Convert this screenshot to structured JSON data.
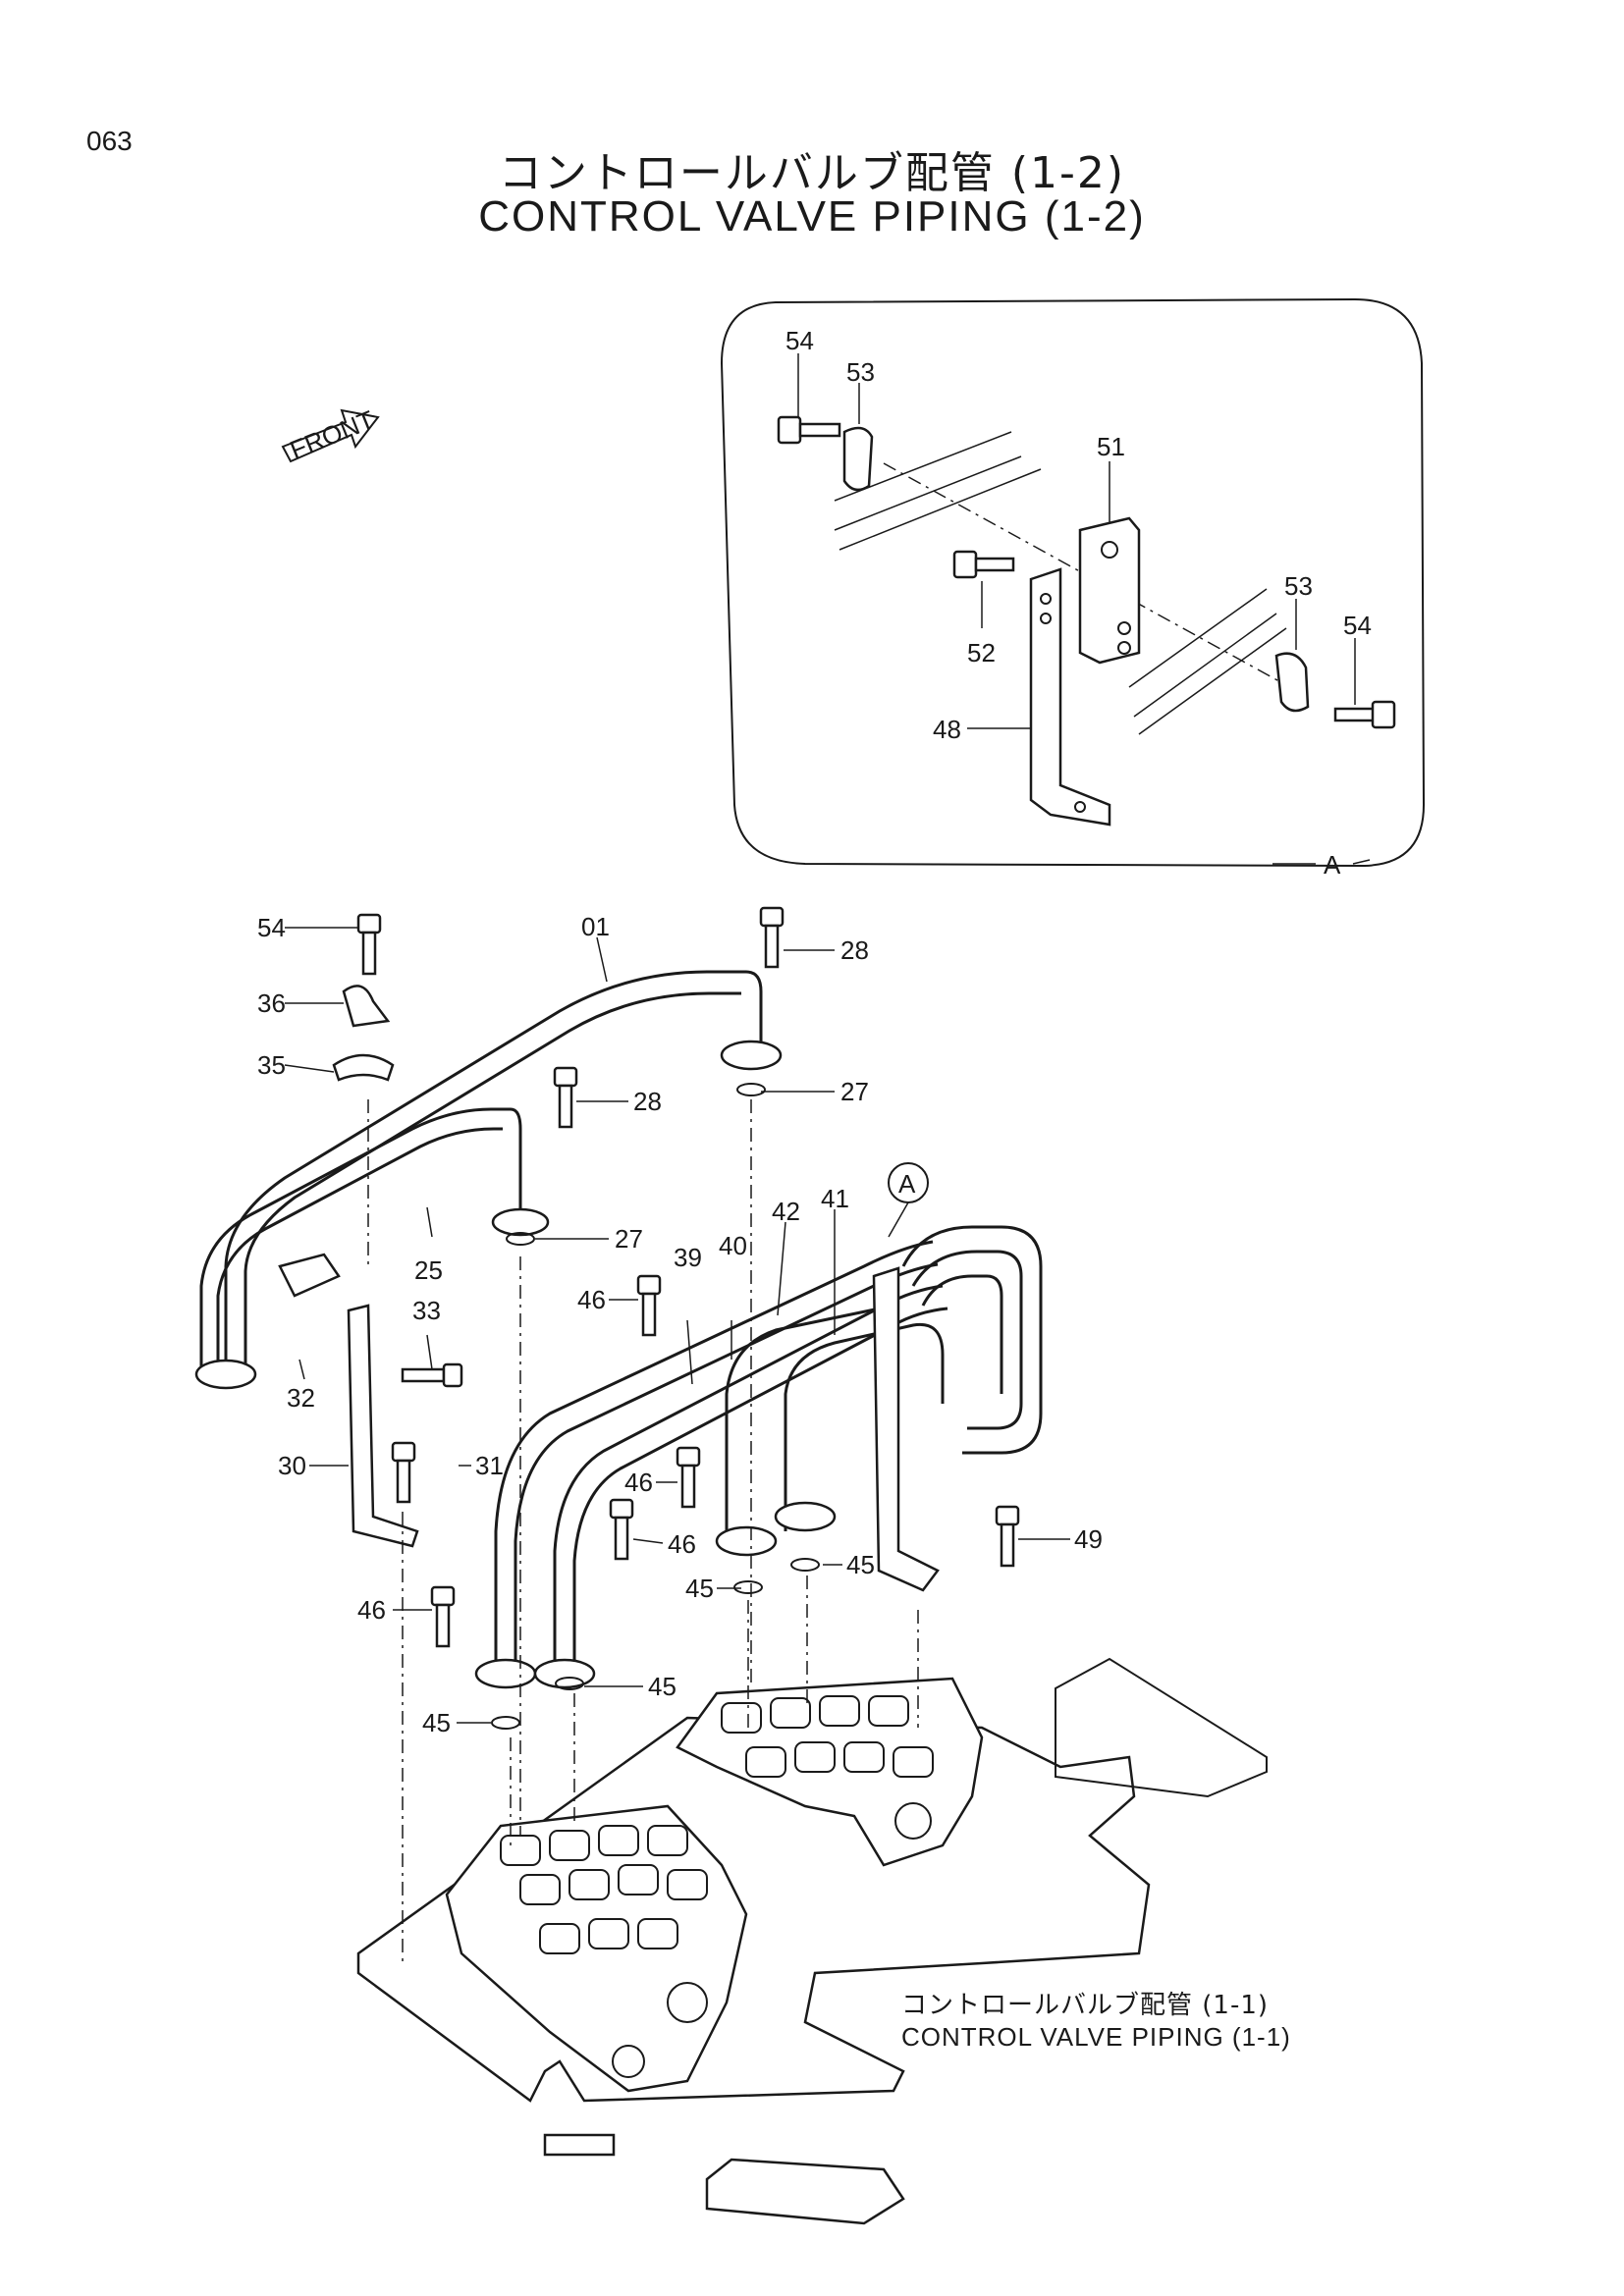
{
  "page_number": "063",
  "title_jp": "コントロールバルブ配管 (1-2)",
  "title_en": "CONTROL VALVE PIPING (1-2)",
  "front_label": "FRONT",
  "detail_label": "A",
  "callout_label": "A",
  "reference": {
    "jp": "コントロールバルブ配管 (1-1)",
    "en": "CONTROL VALVE PIPING (1-1)"
  },
  "part_labels": {
    "inset_54_top": "54",
    "inset_53_top": "53",
    "inset_51": "51",
    "inset_53_right": "53",
    "inset_54_right": "54",
    "inset_52": "52",
    "inset_48": "48",
    "p54": "54",
    "p01": "01",
    "p28_top": "28",
    "p36": "36",
    "p35": "35",
    "p28_mid": "28",
    "p27_top": "27",
    "p27_mid": "27",
    "p42": "42",
    "p41": "41",
    "p25": "25",
    "p39": "39",
    "p40": "40",
    "p46_a": "46",
    "p33": "33",
    "p32": "32",
    "p31": "31",
    "p30": "30",
    "p46_b": "46",
    "p46_c": "46",
    "p45_a": "45",
    "p49": "49",
    "p45_b": "45",
    "p46_d": "46",
    "p45_c": "45",
    "p45_d": "45"
  }
}
